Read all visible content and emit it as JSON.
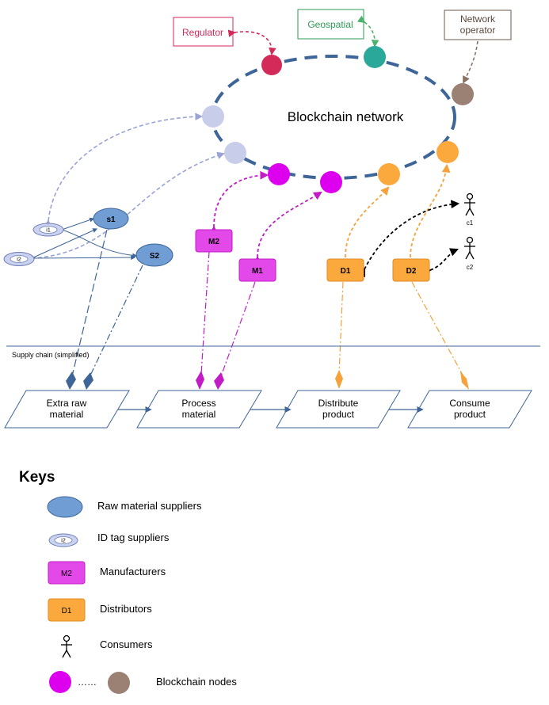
{
  "colors": {
    "blockchain_ring": "#3e6597",
    "raw_supplier": "#6f9dd4",
    "id_tag": "#c9d2ef",
    "manufacturer": "#e348e8",
    "distributor": "#fba93d",
    "regulator": "#d32a5a",
    "geospatial": "#2aa89a",
    "network_operator": "#9b8174",
    "faded_node": "#c8cde9"
  },
  "network": {
    "title": "Blockchain network"
  },
  "external": {
    "regulator": "Regulator",
    "geospatial": "Geospatial",
    "network_operator_line1": "Network",
    "network_operator_line2": "operator"
  },
  "actors": {
    "s1": "s1",
    "s2": "S2",
    "i1": "i1",
    "i2": "i2",
    "m1": "M1",
    "m2": "M2",
    "d1": "D1",
    "d2": "D2",
    "c1": "c1",
    "c2": "c2"
  },
  "supply_chain": {
    "label": "Supply chain (simplified)",
    "steps": [
      {
        "line1": "Extra raw",
        "line2": "material"
      },
      {
        "line1": "Process",
        "line2": "material"
      },
      {
        "line1": "Distribute",
        "line2": "product"
      },
      {
        "line1": "Consume",
        "line2": "product"
      }
    ]
  },
  "keys": {
    "heading": "Keys",
    "raw_material_suppliers": "Raw material suppliers",
    "id_tag_suppliers": "ID tag suppliers",
    "id_tag_sample": "i2",
    "manufacturers": "Manufacturers",
    "manufacturer_sample": "M2",
    "distributors": "Distributors",
    "distributor_sample": "D1",
    "consumers": "Consumers",
    "ellipsis": "……",
    "blockchain_nodes": "Blockchain nodes"
  }
}
